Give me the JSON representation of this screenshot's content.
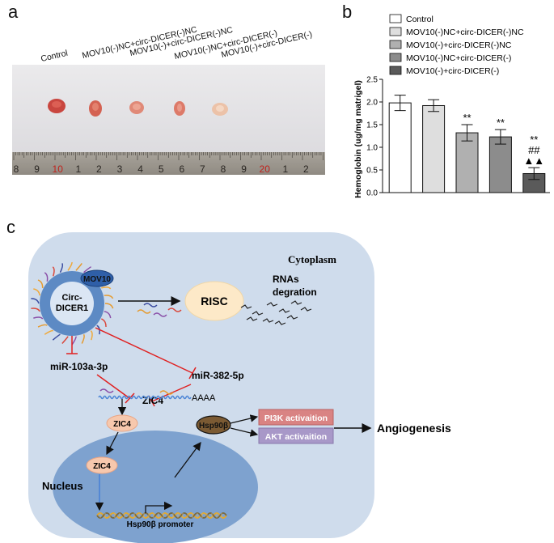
{
  "panels": {
    "a": "a",
    "b": "b",
    "c": "c"
  },
  "panel_a": {
    "column_labels": [
      "Control",
      "MOV10(-)NC+circ-DICER(-)NC",
      "MOV10(-)+circ-DICER(-)NC",
      "MOV10(-)NC+circ-DICER(-)",
      "MOV10(-)+circ-DICER(-)"
    ],
    "ruler_numbers": [
      "8",
      "9",
      "10",
      "1",
      "2",
      "3",
      "4",
      "5",
      "6",
      "7",
      "8",
      "9",
      "20",
      "1",
      "2"
    ]
  },
  "chart_data": {
    "type": "bar",
    "categories": [
      "Control",
      "MOV10(-)NC+circ-DICER(-)NC",
      "MOV10(-)+circ-DICER(-)NC",
      "MOV10(-)NC+circ-DICER(-)",
      "MOV10(-)+circ-DICER(-)"
    ],
    "values": [
      1.98,
      1.92,
      1.32,
      1.23,
      0.42
    ],
    "errors": [
      0.17,
      0.13,
      0.18,
      0.16,
      0.13
    ],
    "annotations": [
      "",
      "",
      "**",
      "**",
      "**\n##\n▲▲"
    ],
    "ylabel": "Hemoglobin (ug/mg matrigel)",
    "ylim": [
      0,
      2.5
    ],
    "yticks": [
      "0.0",
      "0.5",
      "1.0",
      "1.5",
      "2.0",
      "2.5"
    ],
    "legend": [
      {
        "label": "Control",
        "color": "#ffffff"
      },
      {
        "label": "MOV10(-)NC+circ-DICER(-)NC",
        "color": "#dedede"
      },
      {
        "label": "MOV10(-)+circ-DICER(-)NC",
        "color": "#b0b0b0"
      },
      {
        "label": "MOV10(-)NC+circ-DICER(-)",
        "color": "#8c8c8c"
      },
      {
        "label": "MOV10(-)+circ-DICER(-)",
        "color": "#5a5a5a"
      }
    ],
    "legend_position": "top",
    "grid": false
  },
  "pathway": {
    "cytoplasm": "Cytoplasm",
    "mov10": "MOV10",
    "circ_dicer1": "Circ-\nDICER1",
    "risc": "RISC",
    "rnas_degration": "RNAs\ndegration",
    "mir103": "miR-103a-3p",
    "mir382": "miR-382-5p",
    "zic4_mrna": "ZIC4",
    "aaaa": "AAAA",
    "zic4_protein": "ZIC4",
    "zic4_nuclear": "ZIC4",
    "nucleus": "Nucleus",
    "hsp90_promoter": "Hsp90β promoter",
    "hsp90": "Hsp90β",
    "pi3k": "PI3K activaition",
    "akt": "AKT activaition",
    "angiogenesis": "Angiogenesis",
    "colors": {
      "cytoplasm": "#cfdcec",
      "nucleus": "#7ea2cf",
      "risc": "#fde9c8",
      "zic4": "#f7c8ad",
      "pi3k": "#d98383",
      "akt": "#a898c8",
      "hsp90": "#7b5a33",
      "inhibit": "#e02020"
    }
  }
}
